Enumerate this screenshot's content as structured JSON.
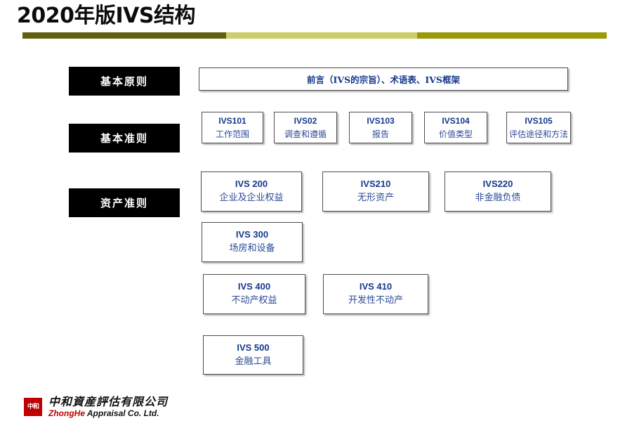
{
  "slide": {
    "title": "2020年版IVS结构",
    "divider": {
      "segment_colors": [
        "#5f600f",
        "#ccce6b",
        "#99990a"
      ]
    }
  },
  "sections": [
    {
      "label": "基本原则"
    },
    {
      "label": "基本准则"
    },
    {
      "label": "资产准则"
    }
  ],
  "preface": {
    "text": "前言（IVS的宗旨）、术语表、IVS框架"
  },
  "general_standards": [
    {
      "code": "IVS101",
      "name": "工作范围"
    },
    {
      "code": "IVS02",
      "name": "调查和遵循"
    },
    {
      "code": "IVS103",
      "name": "报告"
    },
    {
      "code": "IVS104",
      "name": "价值类型"
    },
    {
      "code": "IVS105",
      "name": "评估途径和方法"
    }
  ],
  "asset_standards": [
    {
      "code": "IVS 200",
      "name": "企业及企业权益"
    },
    {
      "code": "IVS210",
      "name": "无形资产"
    },
    {
      "code": "IVS220",
      "name": "非金融负债"
    },
    {
      "code": "IVS 300",
      "name": "场房和设备"
    },
    {
      "code": "IVS 400",
      "name": "不动产权益"
    },
    {
      "code": "IVS 410",
      "name": "开发性不动产"
    },
    {
      "code": "IVS 500",
      "name": "金融工具"
    }
  ],
  "footer": {
    "seal_text": "中和",
    "company_cn": "中和資産評估有限公司",
    "brand_en": "ZhongHe",
    "company_en": " Appraisal Co. Ltd.",
    "brand_color": "#c00000"
  }
}
